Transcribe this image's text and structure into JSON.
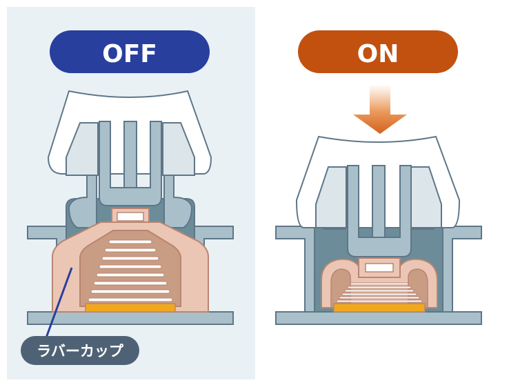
{
  "off_panel": {
    "label": "OFF",
    "label_color": "#283f9e",
    "background": "#e9f1f5"
  },
  "on_panel": {
    "label": "ON",
    "label_color": "#c2510f",
    "arrow_color": "#e27c35"
  },
  "callout": {
    "label": "ラバーカップ",
    "color": "#4f6275",
    "line_color": "#283f9e"
  },
  "colors": {
    "keycap": "#ffffff",
    "outline": "#5e7687",
    "housing": "#a9bfca",
    "housing_dark": "#6b8c98",
    "rubber_outer": "#ecc6b4",
    "rubber_inner": "#c99c84",
    "contact": "#f2a81d",
    "spring": "#ffffff"
  },
  "icons": [
    "down-arrow-icon"
  ]
}
